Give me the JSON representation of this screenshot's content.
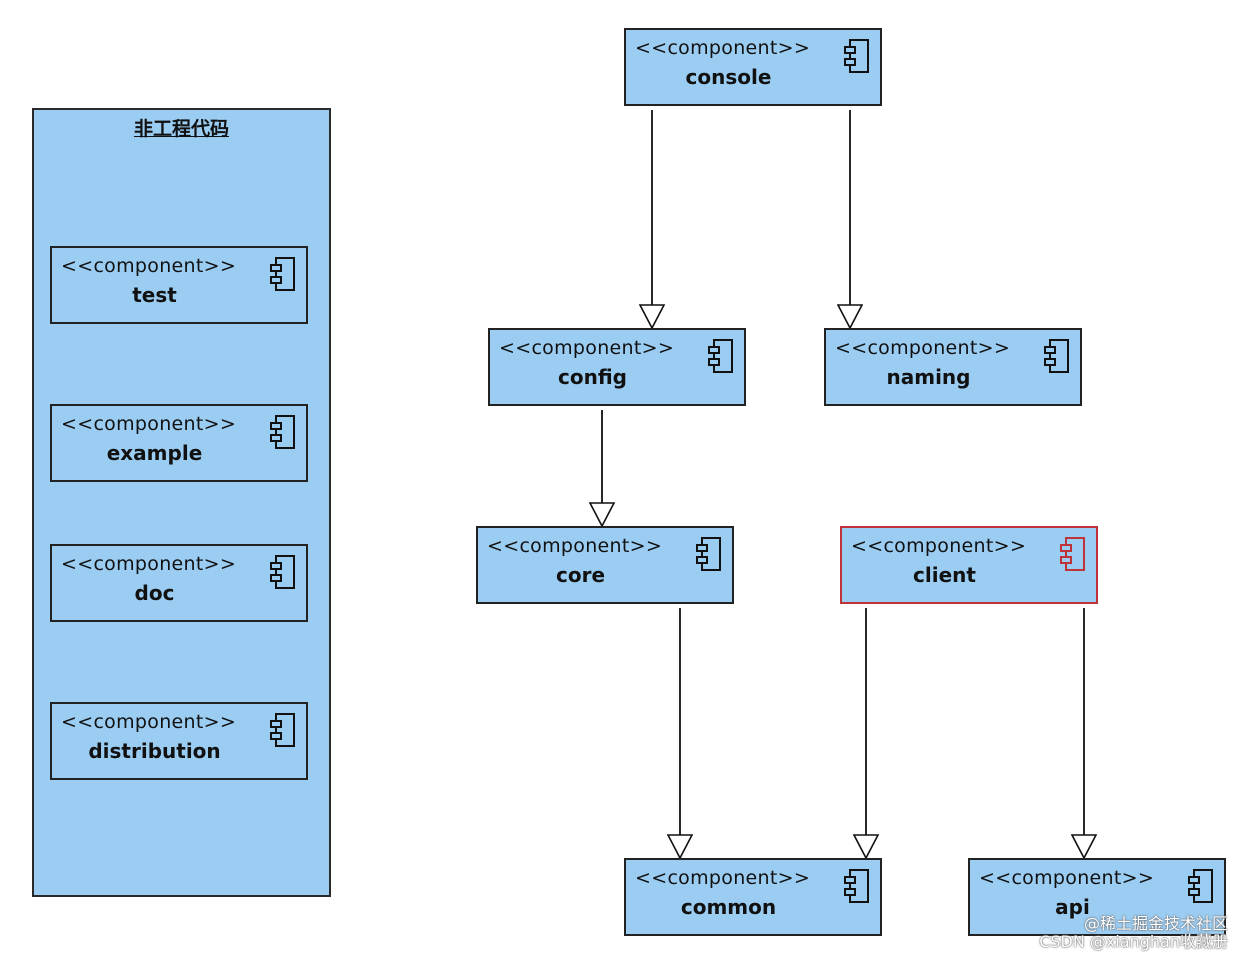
{
  "package": {
    "title": "非工程代码"
  },
  "stereotype": "<<component>>",
  "components": [
    {
      "id": "test",
      "name": "test"
    },
    {
      "id": "example",
      "name": "example"
    },
    {
      "id": "doc",
      "name": "doc"
    },
    {
      "id": "distribution",
      "name": "distribution"
    },
    {
      "id": "console",
      "name": "console"
    },
    {
      "id": "config",
      "name": "config"
    },
    {
      "id": "naming",
      "name": "naming"
    },
    {
      "id": "core",
      "name": "core"
    },
    {
      "id": "client",
      "name": "client",
      "highlighted": true
    },
    {
      "id": "common",
      "name": "common"
    },
    {
      "id": "api",
      "name": "api"
    }
  ],
  "dependencies": [
    {
      "from": "console",
      "to": "config"
    },
    {
      "from": "console",
      "to": "naming"
    },
    {
      "from": "config",
      "to": "core"
    },
    {
      "from": "core",
      "to": "common"
    },
    {
      "from": "client",
      "to": "common"
    },
    {
      "from": "client",
      "to": "api"
    }
  ],
  "colors": {
    "fill": "#9bcdf3",
    "border": "#222222",
    "highlight_border": "#c0323a"
  },
  "watermark": {
    "line1": "@稀土掘金技术社区",
    "line2": "CSDN @xianghan收藏册"
  }
}
